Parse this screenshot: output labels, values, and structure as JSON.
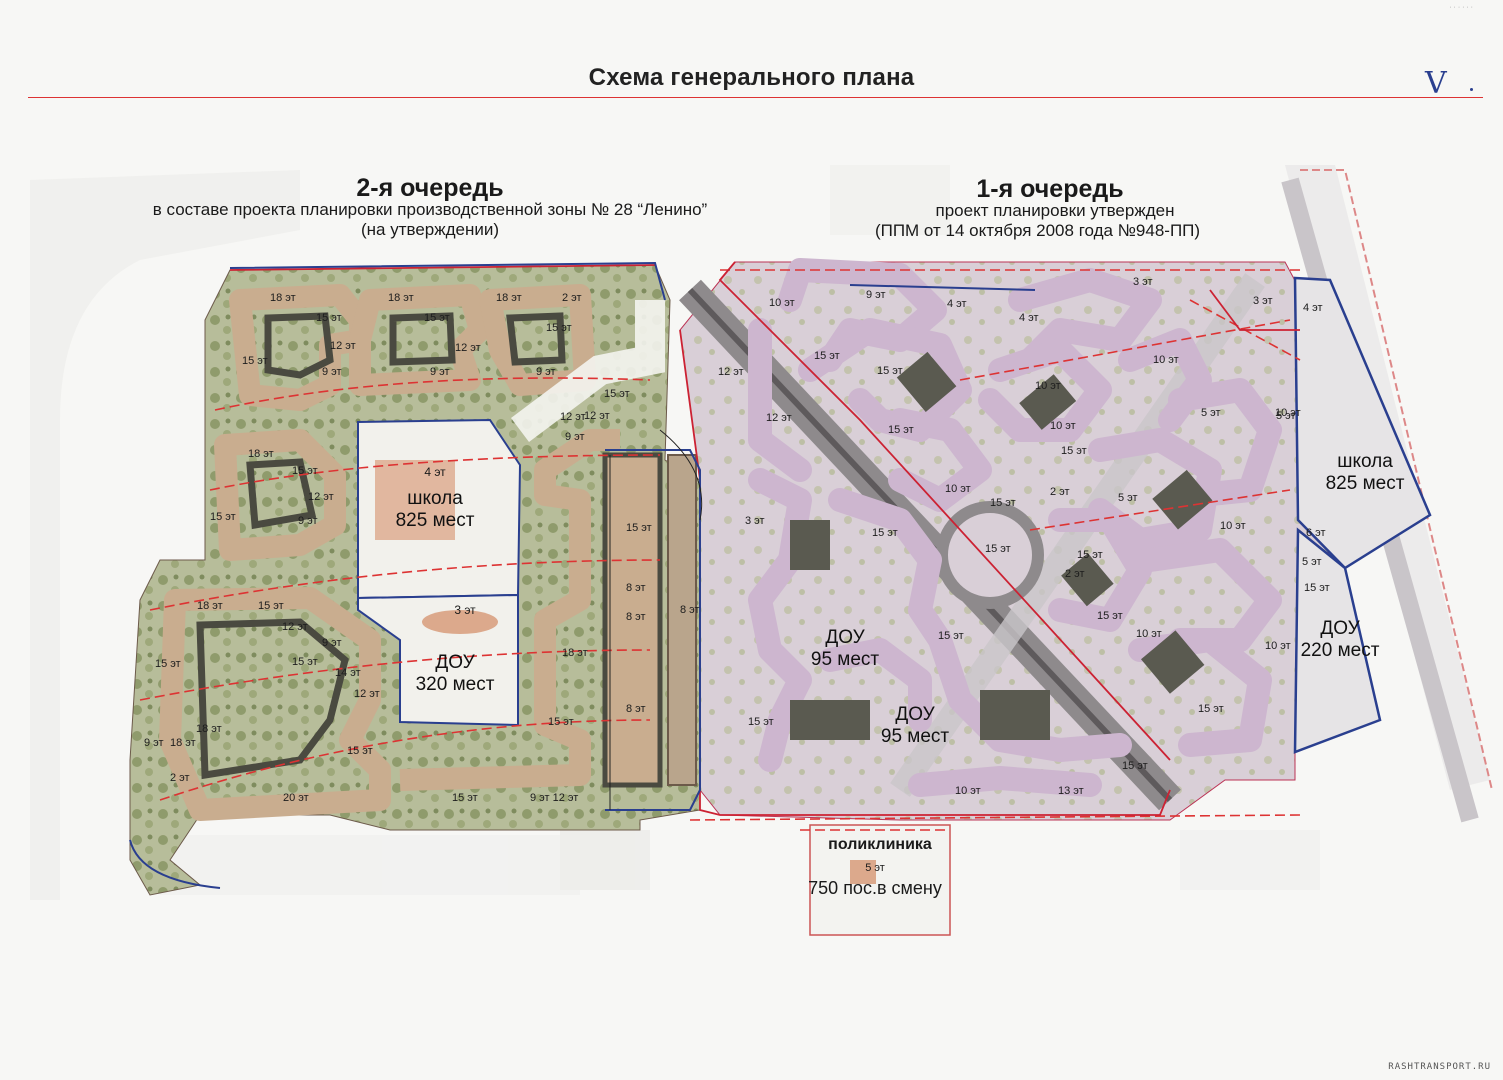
{
  "title": "Схема генерального плана",
  "check_mark": "V",
  "queue2": {
    "title": "2-я очередь",
    "line1": "в составе проекта планировки производственной зоны № 28 “Ленино”",
    "line2": "(на утверждении)"
  },
  "queue1": {
    "title": "1-я очередь",
    "line1": "проект планировки утвержден",
    "line2": "(ППМ от 14 октября 2008 года №948-ПП)"
  },
  "facilities": {
    "school_left": {
      "name": "школа",
      "capacity": "825 мест",
      "floors": "4 эт"
    },
    "dou_left": {
      "name": "ДОУ",
      "capacity": "320 мест",
      "floors": "3 эт"
    },
    "dou_center_1": {
      "name": "ДОУ",
      "capacity": "95 мест"
    },
    "dou_center_2": {
      "name": "ДОУ",
      "capacity": "95 мест"
    },
    "school_right": {
      "name": "школа",
      "capacity": "825 мест"
    },
    "dou_right": {
      "name": "ДОУ",
      "capacity": "220 мест"
    },
    "clinic": {
      "name": "поликлиника",
      "floors": "5 эт",
      "capacity": "750 пос.в смену"
    }
  },
  "floor_labels": [
    "18 эт",
    "18 эт",
    "18 эт",
    "2 эт",
    "15 эт",
    "15 эт",
    "15 эт",
    "12 эт",
    "12 эт",
    "15 эт",
    "9 эт",
    "9 эт",
    "9 эт",
    "12 эт",
    "15 эт",
    "12 эт",
    "9 эт",
    "18 эт",
    "15 эт",
    "12 эт",
    "15 эт",
    "9 эт",
    "18 эт",
    "15 эт",
    "15 эт",
    "18 эт",
    "9 эт",
    "12 эт",
    "15 эт",
    "14 эт",
    "12 эт",
    "9 эт",
    "15 эт",
    "18 эт",
    "2 эт",
    "20 эт",
    "15 эт",
    "9 эт 12 эт",
    "15 эт",
    "18 эт",
    "15 эт",
    "8 эт",
    "8 эт",
    "8 эт",
    "8 эт",
    "9 эт",
    "4 эт",
    "4 эт",
    "3 эт",
    "10 эт",
    "15 эт",
    "12 эт",
    "15 эт",
    "12 эт",
    "15 эт",
    "10 эт",
    "10 эт",
    "5 эт",
    "5 эт",
    "5 эт",
    "10 эт",
    "15 эт",
    "2 эт",
    "15 эт",
    "3 эт",
    "15 эт",
    "15 эт",
    "15 эт",
    "15 эт",
    "15 эт",
    "15 эт",
    "2 эт",
    "10 эт",
    "15 эт",
    "10 эт",
    "10 эт",
    "10 эт",
    "13 эт",
    "6 эт",
    "15 эт",
    "15 эт",
    "3 эт",
    "4 эт",
    "5 эт",
    "10 эт",
    "10 эт",
    "12 эт"
  ],
  "watermark": "RASHTRANSPORT.RU",
  "colors": {
    "frame_red": "#d33333",
    "boundary_blue": "#2a3f8f",
    "building_pink": "#cdb6cf",
    "building_tan": "#c9ad8f",
    "dark_court": "#4a4a40",
    "green": "#a8b48a"
  }
}
